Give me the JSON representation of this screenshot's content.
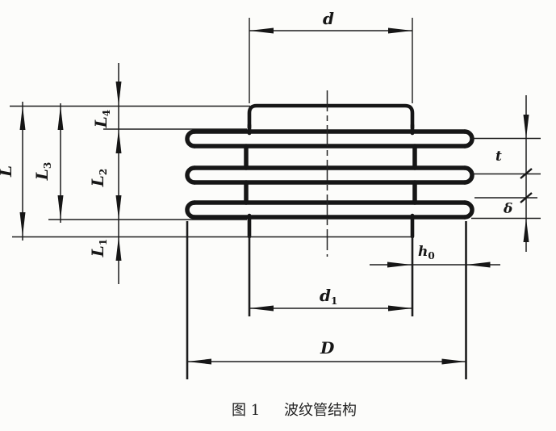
{
  "figure": {
    "caption": {
      "prefix": "图 1",
      "title": "波纹管结构"
    },
    "labels": {
      "d": {
        "base": "d"
      },
      "d1": {
        "base": "d",
        "sub": "1"
      },
      "D": {
        "base": "D"
      },
      "h0": {
        "base": "h",
        "sub": "0"
      },
      "t": {
        "base": "t"
      },
      "delta": {
        "base": "δ"
      },
      "L": {
        "base": "L"
      },
      "L1": {
        "base": "L",
        "sub": "1"
      },
      "L2": {
        "base": "L",
        "sub": "2"
      },
      "L3": {
        "base": "L",
        "sub": "3"
      },
      "L4": {
        "base": "L",
        "sub": "4"
      }
    },
    "colors": {
      "ink": "#161616",
      "background": "#fcfcfa"
    }
  }
}
